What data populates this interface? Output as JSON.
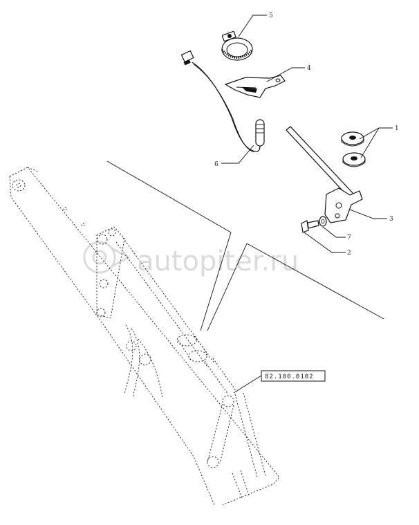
{
  "callouts": [
    {
      "id": "c1",
      "label": "1"
    },
    {
      "id": "c2",
      "label": "2"
    },
    {
      "id": "c3",
      "label": "3"
    },
    {
      "id": "c4",
      "label": "4"
    },
    {
      "id": "c5",
      "label": "5"
    },
    {
      "id": "c6",
      "label": "6"
    },
    {
      "id": "c7",
      "label": "7"
    }
  ],
  "reference_box": {
    "label": "82.100.0102"
  },
  "watermark": {
    "text": "autopiter.ru"
  }
}
